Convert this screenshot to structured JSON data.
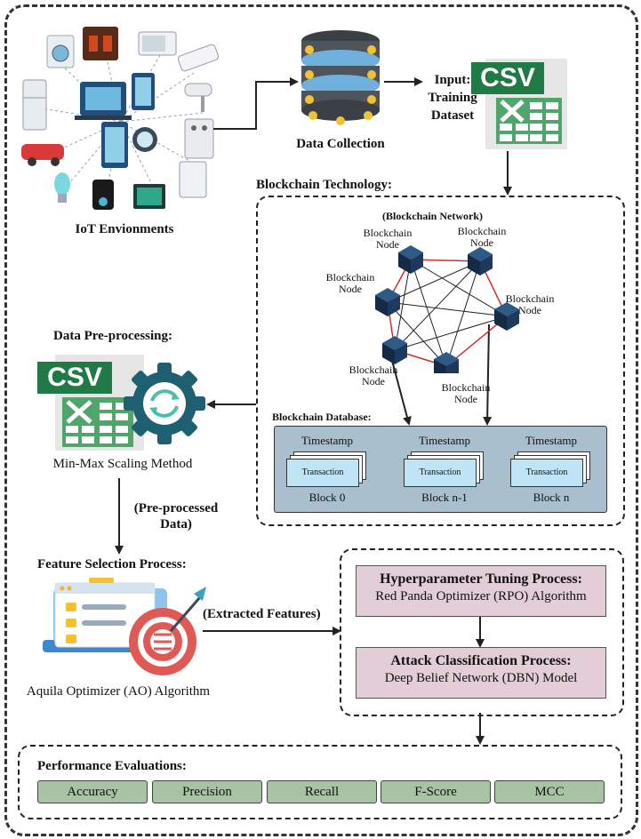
{
  "iot": {
    "label": "IoT Envionments"
  },
  "collection": {
    "label": "Data Collection"
  },
  "input": {
    "line1": "Input:",
    "line2": "Training",
    "line3": "Dataset",
    "csv": "CSV"
  },
  "blockchain": {
    "title": "Blockchain Technology:",
    "network_label": "(Blockchain Network)",
    "node_top": "Blockchain",
    "node_bottom": "Node",
    "db_title": "Blockchain Database:",
    "blocks": [
      {
        "timestamp": "Timestamp",
        "transaction": "Transaction",
        "name": "Block 0"
      },
      {
        "timestamp": "Timestamp",
        "transaction": "Transaction",
        "name": "Block n-1"
      },
      {
        "timestamp": "Timestamp",
        "transaction": "Transaction",
        "name": "Block n"
      }
    ]
  },
  "preprocessing": {
    "title": "Data Pre-processing:",
    "csv": "CSV",
    "method": "Min-Max Scaling Method",
    "output_line1": "(Pre-processed",
    "output_line2": "Data)"
  },
  "feature": {
    "title": "Feature Selection Process:",
    "algorithm": "Aquila Optimizer (AO) Algorithm",
    "output": "(Extracted Features)"
  },
  "tuning": {
    "title": "Hyperparameter Tuning Process:",
    "subtitle": "Red Panda Optimizer (RPO) Algorithm"
  },
  "classification": {
    "title": "Attack Classification Process:",
    "subtitle": "Deep Belief Network (DBN) Model"
  },
  "performance": {
    "title": "Performance Evaluations:",
    "metrics": [
      "Accuracy",
      "Precision",
      "Recall",
      "F-Score",
      "MCC"
    ]
  },
  "colors": {
    "csv_green": "#1f7a45",
    "sheet_green": "#4fa56a",
    "db_blue": "#a9bfcd",
    "process_pink": "#e3cdd6",
    "metric_green": "#a8c3a4",
    "node_navy": "#1d3557",
    "link_red": "#d03030"
  }
}
